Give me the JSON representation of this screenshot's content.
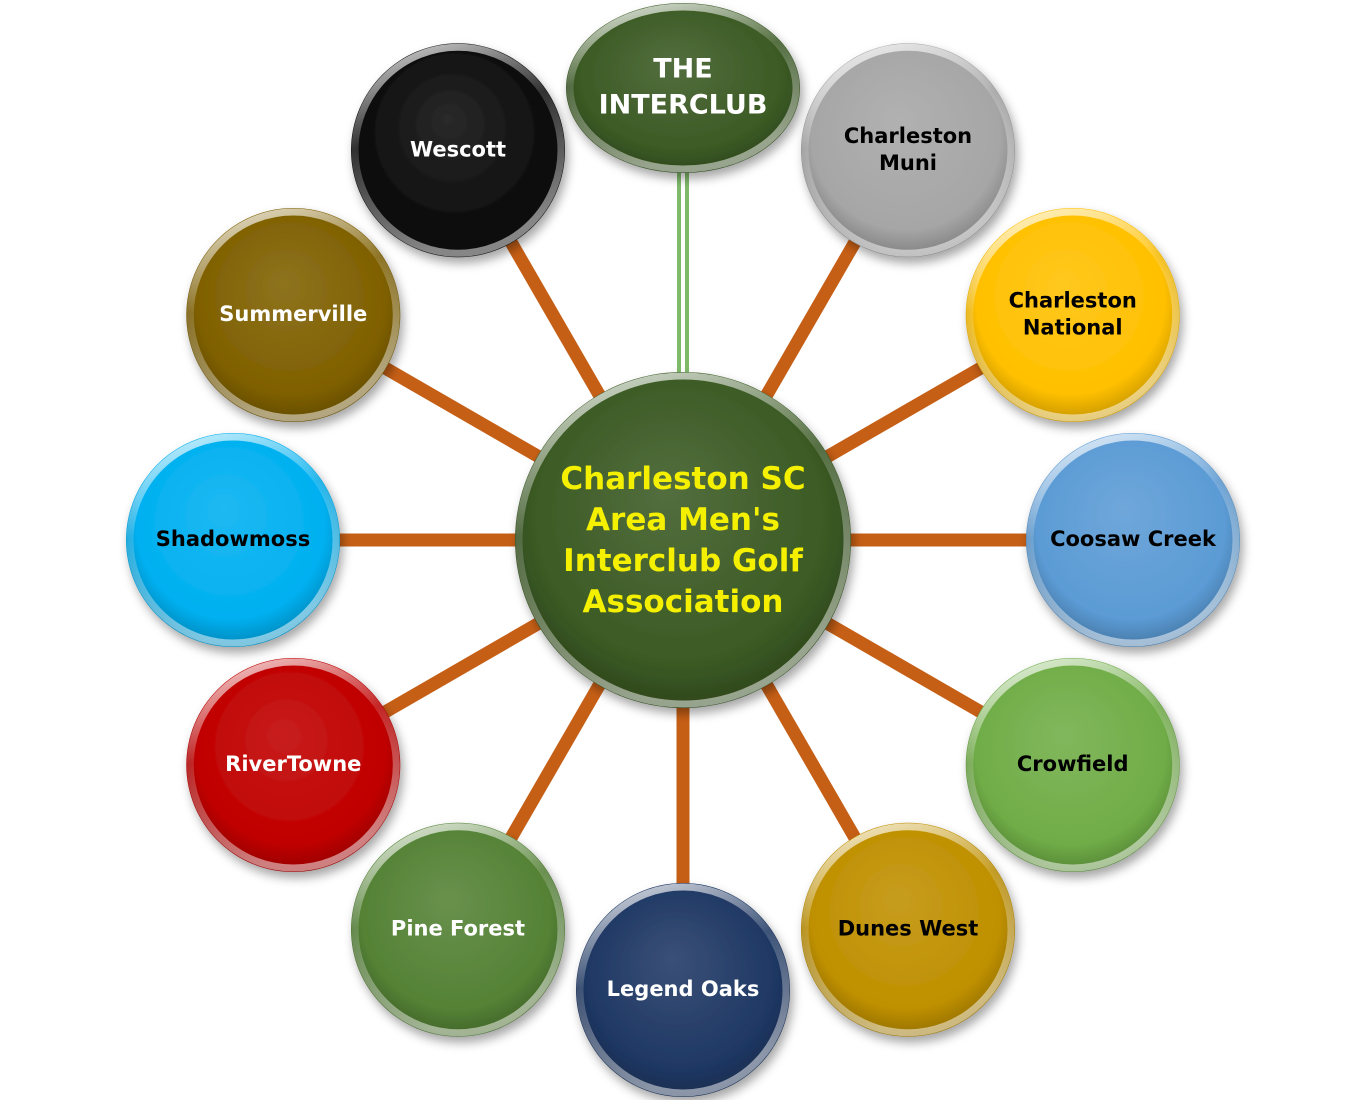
{
  "center": {
    "lines": [
      "Charleston SC",
      "Area Men's",
      "Interclub Golf",
      "Association"
    ],
    "fill": "#3b5a24",
    "text_color": "#f5f000"
  },
  "spoke_color": "#c65f16",
  "top_link_color": "#7fb96a",
  "nodes": [
    {
      "id": "the-interclub",
      "lines": [
        "THE",
        "INTERCLUB"
      ],
      "fill": "#3b5a24",
      "text_color": "#ffffff"
    },
    {
      "id": "charleston-muni",
      "lines": [
        "Charleston",
        "Muni"
      ],
      "fill": "#a6a6a6",
      "text_color": "#000000"
    },
    {
      "id": "charleston-national",
      "lines": [
        "Charleston",
        "National"
      ],
      "fill": "#ffc000",
      "text_color": "#000000"
    },
    {
      "id": "coosaw-creek",
      "lines": [
        "Coosaw Creek"
      ],
      "fill": "#5b9bd5",
      "text_color": "#000000"
    },
    {
      "id": "crowfield",
      "lines": [
        "Crowfield"
      ],
      "fill": "#70ad47",
      "text_color": "#000000"
    },
    {
      "id": "dunes-west",
      "lines": [
        "Dunes West"
      ],
      "fill": "#bf9000",
      "text_color": "#000000"
    },
    {
      "id": "legend-oaks",
      "lines": [
        "Legend Oaks"
      ],
      "fill": "#1f3864",
      "text_color": "#ffffff"
    },
    {
      "id": "pine-forest",
      "lines": [
        "Pine Forest"
      ],
      "fill": "#548235",
      "text_color": "#ffffff"
    },
    {
      "id": "rivertowne",
      "lines": [
        "RiverTowne"
      ],
      "fill": "#c00000",
      "text_color": "#ffffff"
    },
    {
      "id": "shadowmoss",
      "lines": [
        "Shadowmoss"
      ],
      "fill": "#00b0f0",
      "text_color": "#000000"
    },
    {
      "id": "summerville",
      "lines": [
        "Summerville"
      ],
      "fill": "#7f6000",
      "text_color": "#ffffff"
    },
    {
      "id": "wescott",
      "lines": [
        "Wescott"
      ],
      "fill": "#0d0d0d",
      "text_color": "#ffffff"
    }
  ]
}
